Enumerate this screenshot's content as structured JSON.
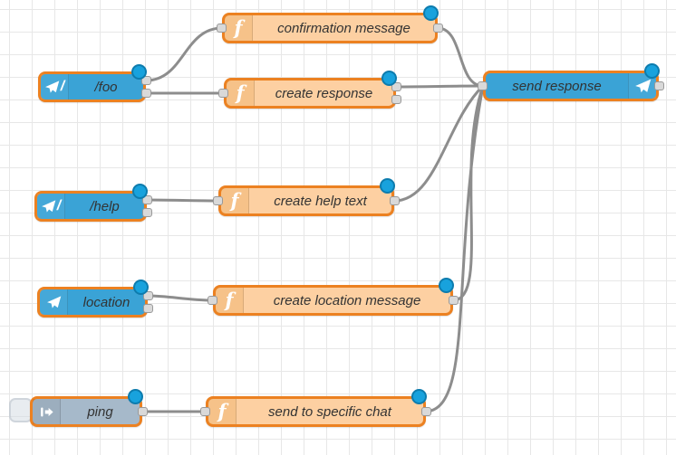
{
  "app": {
    "name": "flow editor canvas"
  },
  "icons": {
    "function_glyph": "f",
    "command_slash": "/",
    "paper_plane": "paper-plane-icon",
    "link_arrow": "link-in-arrow-icon"
  },
  "nodes": {
    "foo": {
      "label": "/foo",
      "type": "telegram-command",
      "outputs": 2,
      "changed": true
    },
    "confirmation_message": {
      "label": "confirmation message",
      "type": "function",
      "outputs": 1,
      "changed": true
    },
    "create_response": {
      "label": "create response",
      "type": "function",
      "outputs": 2,
      "changed": true
    },
    "send_response": {
      "label": "send response",
      "type": "telegram-sender",
      "outputs": 1,
      "changed": true
    },
    "help": {
      "label": "/help",
      "type": "telegram-command",
      "outputs": 2,
      "changed": true
    },
    "create_help_text": {
      "label": "create help text",
      "type": "function",
      "outputs": 1,
      "changed": true
    },
    "location": {
      "label": "location",
      "type": "telegram-event",
      "outputs": 2,
      "changed": true
    },
    "create_location_message": {
      "label": "create location message",
      "type": "function",
      "outputs": 1,
      "changed": true
    },
    "ping": {
      "label": "ping",
      "type": "link-in",
      "outputs": 1,
      "changed": true
    },
    "send_to_specific_chat": {
      "label": "send to specific chat",
      "type": "function",
      "outputs": 1,
      "changed": true
    }
  },
  "wires": [
    {
      "from": "/foo output 1",
      "to": "confirmation message"
    },
    {
      "from": "/foo output 2",
      "to": "create response"
    },
    {
      "from": "confirmation message",
      "to": "send response"
    },
    {
      "from": "create response output 1",
      "to": "send response"
    },
    {
      "from": "/help output 1",
      "to": "create help text"
    },
    {
      "from": "create help text",
      "to": "send response"
    },
    {
      "from": "location output 1",
      "to": "create location message"
    },
    {
      "from": "create location message",
      "to": "send response"
    },
    {
      "from": "ping",
      "to": "send to specific chat"
    },
    {
      "from": "send to specific chat",
      "to": "send response"
    }
  ],
  "colors": {
    "telegram_node": "#3aa3d6",
    "function_node": "#fdd0a2",
    "link_node": "#a6b9ca",
    "node_border": "#ec8121",
    "wire": "#8d8d8d",
    "changed_badge": "#18a2dd",
    "grid_line": "#e7e7e7",
    "port_fill": "#d9d9d9"
  }
}
